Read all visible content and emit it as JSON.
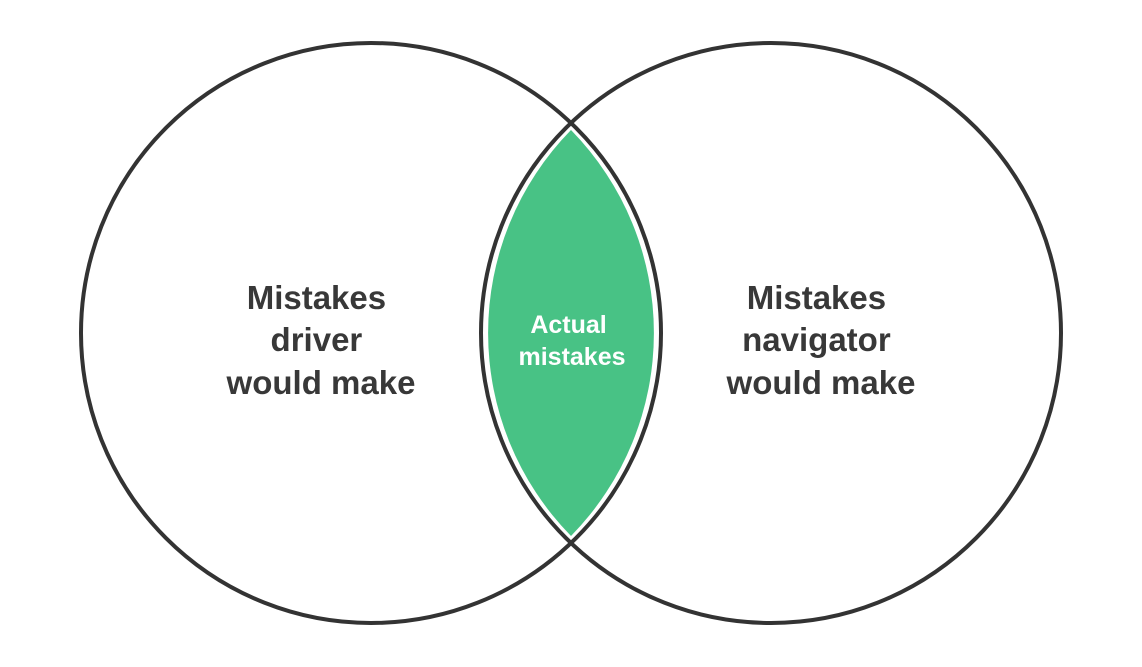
{
  "diagram": {
    "type": "venn",
    "colors": {
      "stroke": "#333333",
      "overlap_fill": "#48C285",
      "label_text": "#383838",
      "overlap_text": "#FFFFFF",
      "background": "#FFFFFF"
    },
    "left_set": {
      "lines": [
        "Mistakes",
        "driver",
        "would make"
      ]
    },
    "right_set": {
      "lines": [
        "Mistakes",
        "navigator",
        "would make"
      ]
    },
    "overlap": {
      "lines": [
        "Actual",
        "mistakes"
      ]
    }
  }
}
